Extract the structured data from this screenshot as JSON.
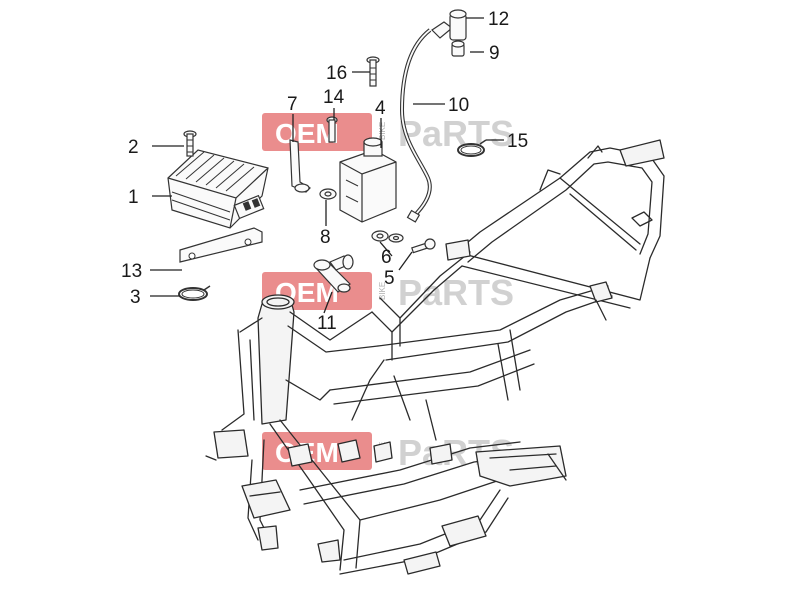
{
  "callouts": [
    {
      "id": "1",
      "label": "1"
    },
    {
      "id": "2",
      "label": "2"
    },
    {
      "id": "3",
      "label": "3"
    },
    {
      "id": "4",
      "label": "4"
    },
    {
      "id": "5",
      "label": "5"
    },
    {
      "id": "6",
      "label": "6"
    },
    {
      "id": "7",
      "label": "7"
    },
    {
      "id": "8",
      "label": "8"
    },
    {
      "id": "9",
      "label": "9"
    },
    {
      "id": "10",
      "label": "10"
    },
    {
      "id": "11",
      "label": "11"
    },
    {
      "id": "12",
      "label": "12"
    },
    {
      "id": "13",
      "label": "13"
    },
    {
      "id": "14",
      "label": "14"
    },
    {
      "id": "15",
      "label": "15"
    },
    {
      "id": "16",
      "label": "16"
    }
  ],
  "watermark": {
    "oem": "OEM",
    "parts": "PaRTS",
    "bike": "BIKE"
  },
  "colors": {
    "watermark_red": "#e46d6d",
    "line": "#2b2b2b"
  }
}
